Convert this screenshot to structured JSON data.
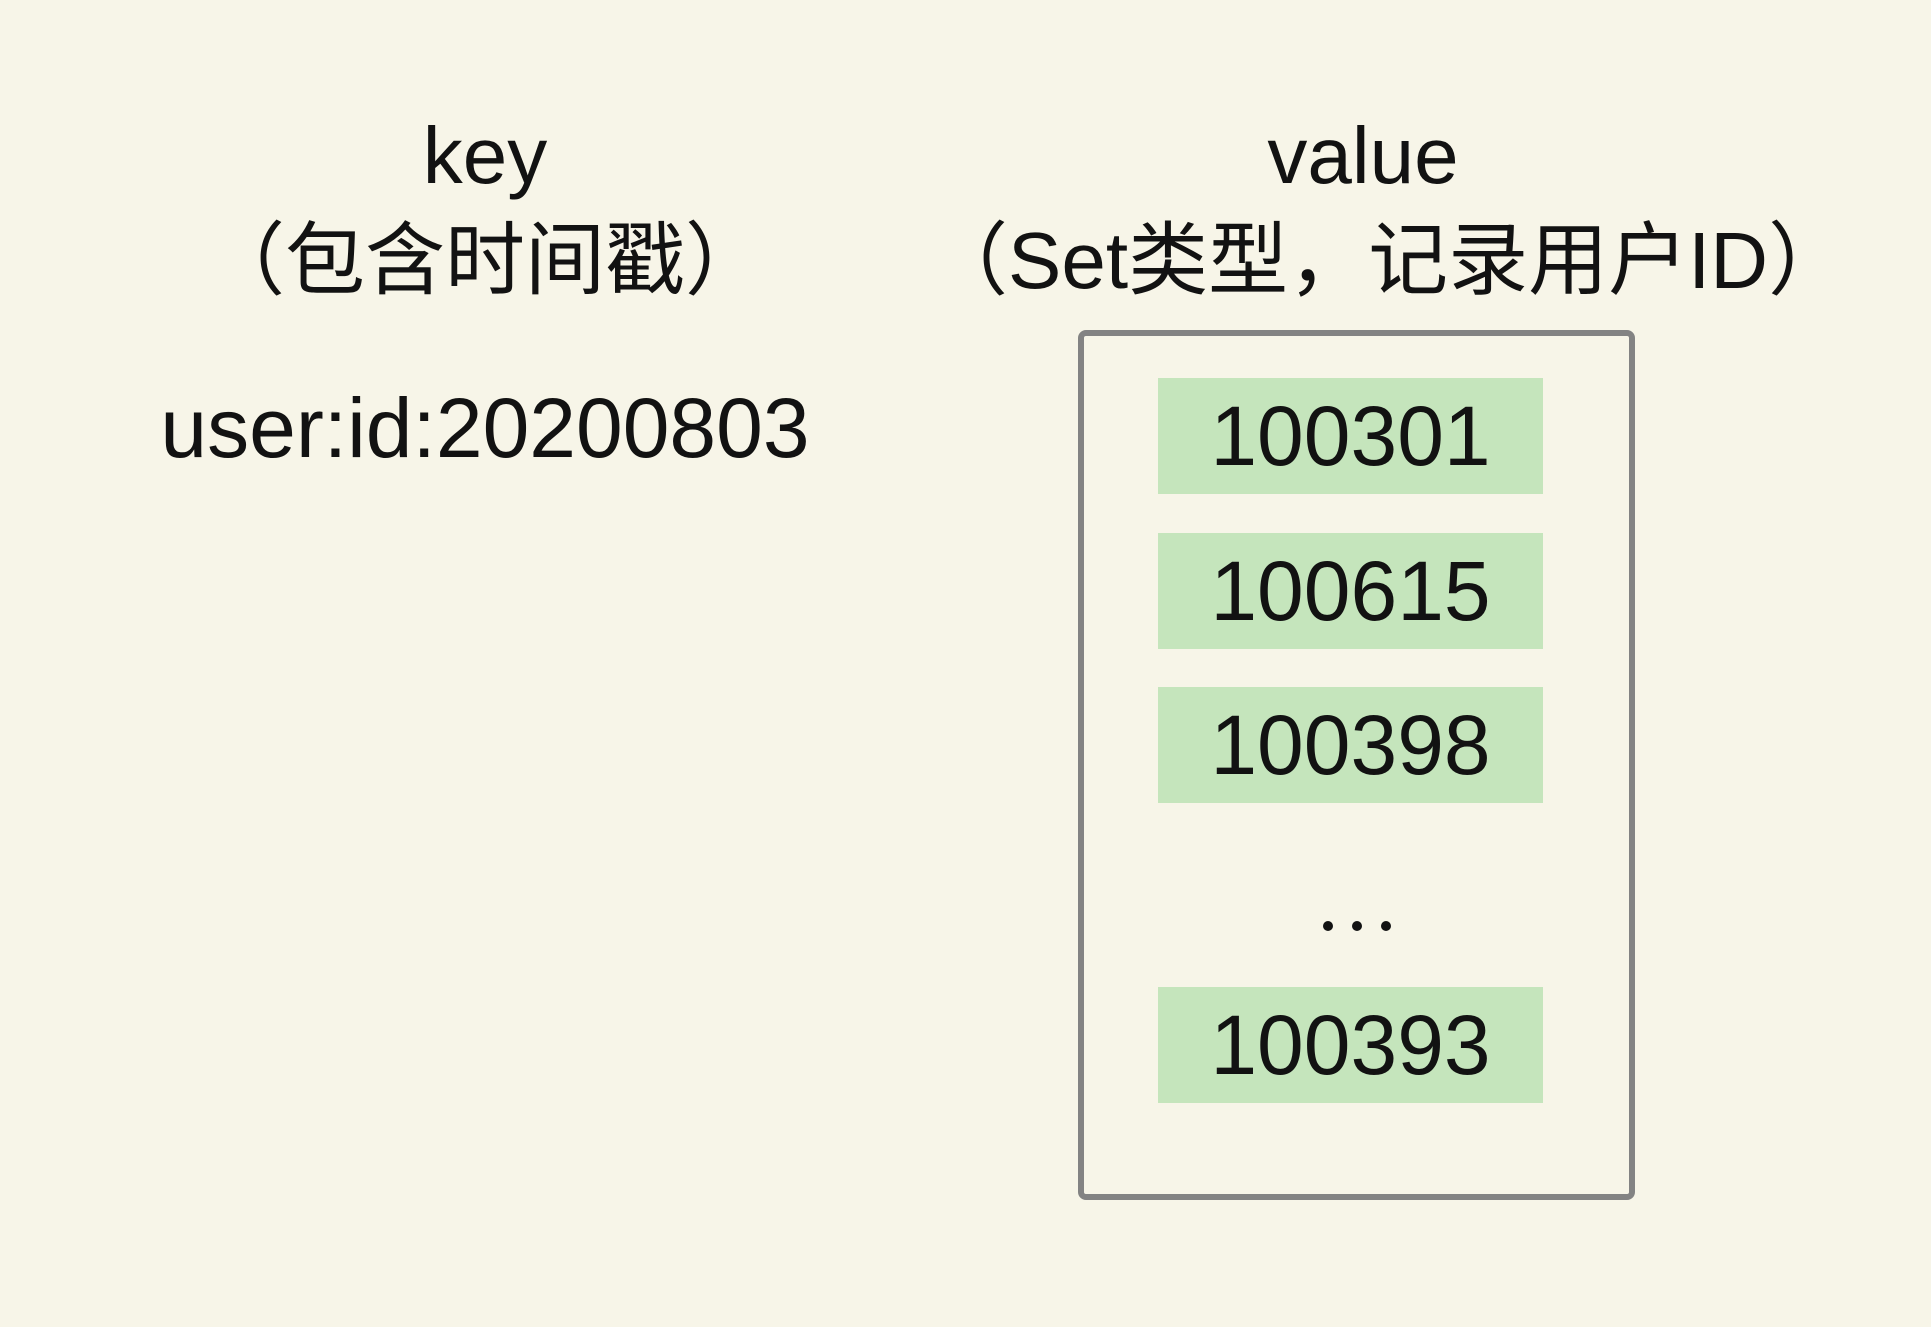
{
  "key_column": {
    "title": "key",
    "subtitle": "（包含时间戳）",
    "key_text": "user:id:20200803"
  },
  "value_column": {
    "title": "value",
    "subtitle": "（Set类型，记录用户ID）",
    "set_members": [
      "100301",
      "100615",
      "100398",
      "100393"
    ],
    "ellipsis": "···"
  },
  "colors": {
    "background": "#f7f5e8",
    "member_background": "#c5e5bc",
    "box_border": "#838383",
    "text": "#121212"
  }
}
